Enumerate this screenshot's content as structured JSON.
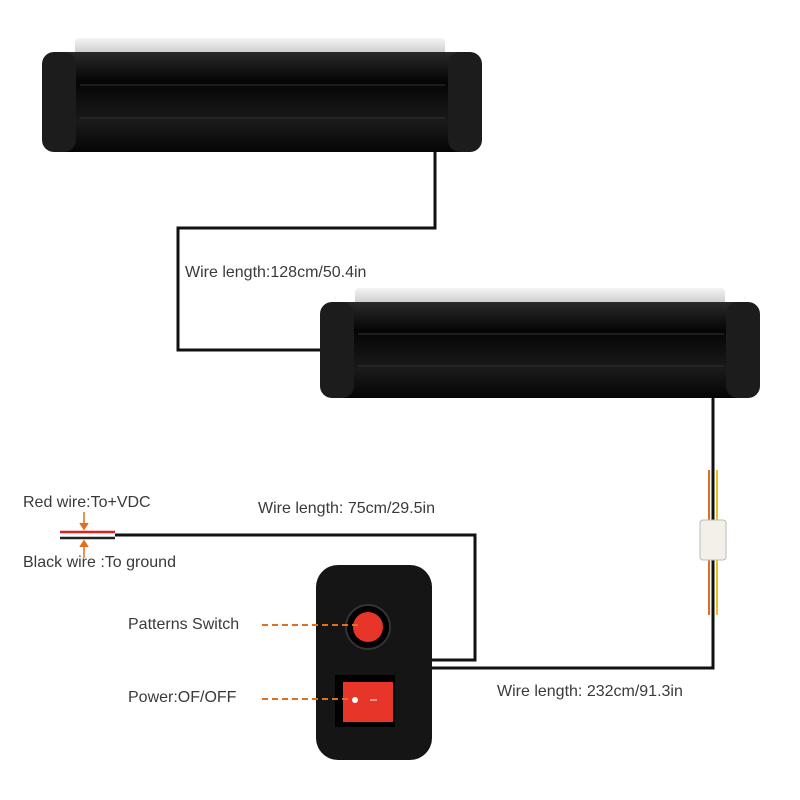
{
  "labels": {
    "wire1": "Wire length:128cm/50.4in",
    "wire2": "Wire length: 75cm/29.5in",
    "wire3": "Wire length: 232cm/91.3in",
    "red_wire": "Red wire:To+VDC",
    "black_wire": "Black wire :To ground",
    "patterns_switch": "Patterns Switch",
    "power": "Power:OF/OFF"
  },
  "colors": {
    "accent": "#e0701e",
    "button_red": "#e8352a",
    "body": "#111111"
  }
}
